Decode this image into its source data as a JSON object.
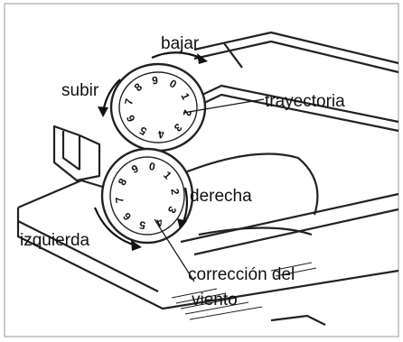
{
  "labels": {
    "bajar": "bajar",
    "subir": "subir",
    "trayectoria": "trayectoria",
    "derecha": "derecha",
    "izquierda": "izquierda",
    "correccion_line1": "corrección del",
    "correccion_line2": "viento"
  },
  "dials": {
    "upper_digits": [
      "0",
      "1",
      "2",
      "3",
      "4",
      "5",
      "6",
      "7",
      "8",
      "9"
    ],
    "lower_digits": [
      "0",
      "1",
      "2",
      "3",
      "4",
      "5",
      "6",
      "7",
      "8",
      "9"
    ]
  },
  "colors": {
    "line": "#222222",
    "background": "#ffffff",
    "frame": "#999999"
  }
}
